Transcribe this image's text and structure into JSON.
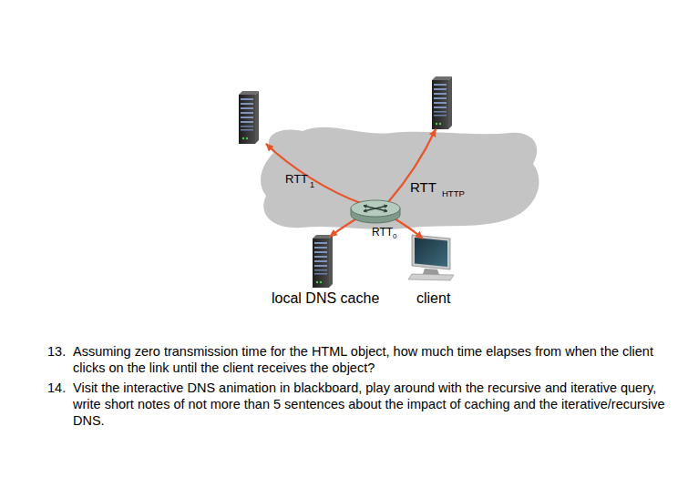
{
  "diagram": {
    "labels": [
      "RTT",
      "1",
      "RTT",
      "HTTP",
      "RTT",
      "0",
      "local DNS cache",
      "client",
      "13.",
      "Assuming zero transmission time for the HTML object, how much time elapses from when the client clicks on the link until the client receives the object?",
      "14.",
      "Visit the interactive DNS animation in blackboard, play around with the recursive and iterative query, write short notes of not more than 5 sentences about the impact of caching and the iterative/recursive DNS."
    ]
  }
}
